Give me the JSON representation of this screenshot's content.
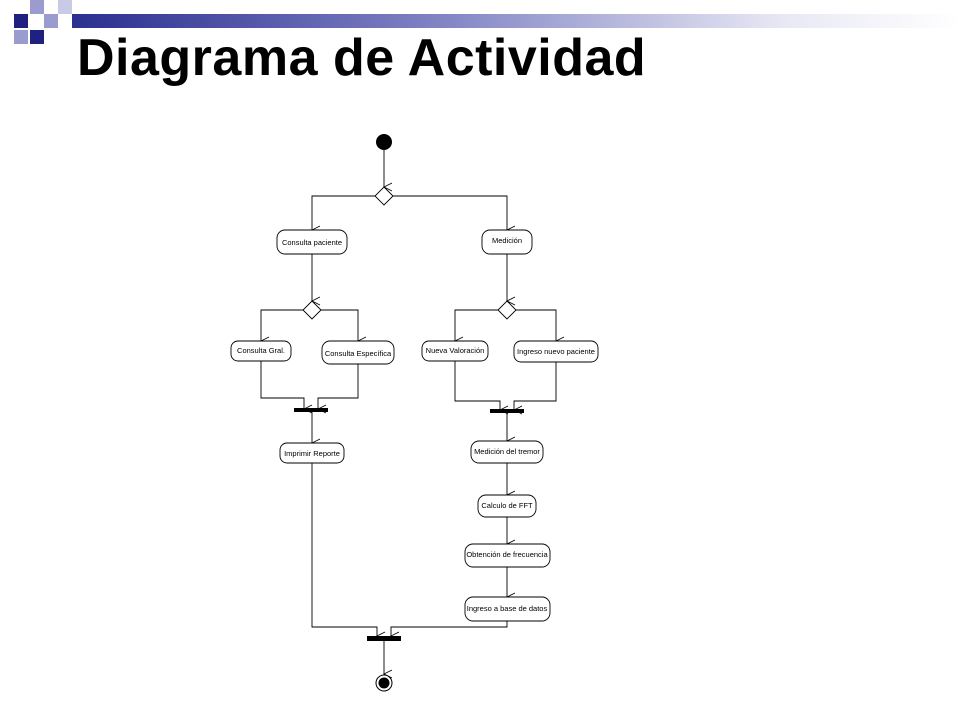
{
  "slide": {
    "title": "Diagrama de Actividad",
    "accent_dark": "#1f2080",
    "accent_light": "#9a9cd0"
  },
  "diagram": {
    "nodes": {
      "consulta_paciente": "Consulta paciente",
      "medicion": "Medición",
      "consulta_gral": "Consulta Gral.",
      "consulta_especifica": "Consulta Específica",
      "nueva_valoracion": "Nueva Valoración",
      "ingreso_nuevo_paciente": "Ingreso nuevo paciente",
      "imprimir_reporte": "Imprimir Reporte",
      "medicion_tremor": "Medición del tremor",
      "calculo_fft": "Calculo de FFT",
      "obtencion_frecuencia": "Obtención de frecuencia",
      "ingreso_base_datos": "Ingreso a base de datos"
    }
  }
}
